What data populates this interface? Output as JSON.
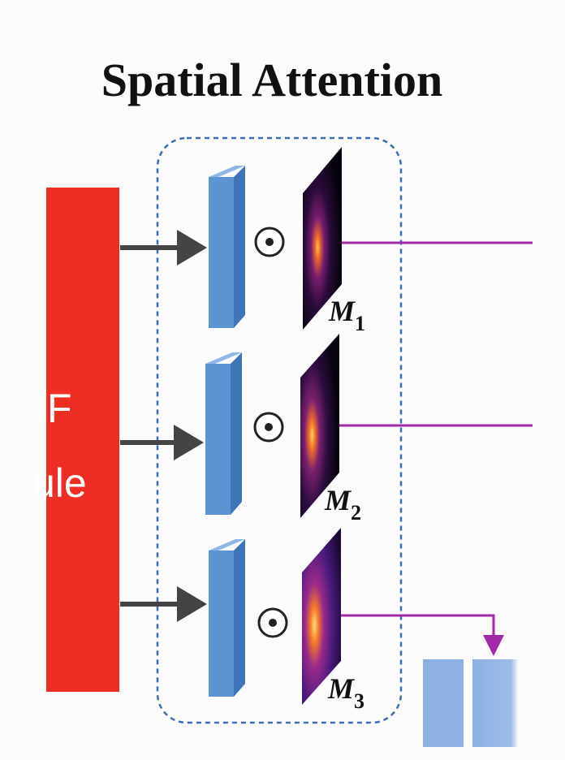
{
  "title": "Spatial Attention",
  "module": {
    "label_line1": "F",
    "label_line2": "ule",
    "color": "#ee2e24"
  },
  "operator_symbol": "⊙",
  "branches": [
    {
      "map_label": "M",
      "map_index": "1",
      "output": "line"
    },
    {
      "map_label": "M",
      "map_index": "2",
      "output": "line"
    },
    {
      "map_label": "M",
      "map_index": "3",
      "output": "down-arrow"
    }
  ],
  "colors": {
    "arrow": "#444444",
    "feature_block": "#5b93d3",
    "feature_block_dark": "#3e74b8",
    "feature_block_light": "#8fb6e6",
    "dashed_box": "#3e6fb3",
    "output_line": "#a32aa6",
    "output_block": "#8eb1e3"
  }
}
